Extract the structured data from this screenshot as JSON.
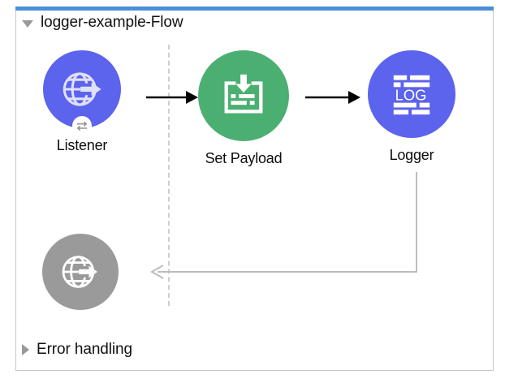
{
  "window": {
    "accent_color": "#4a90d9",
    "canvas_background": "#ffffff",
    "border_color": "#c8c8c8"
  },
  "flows": [
    {
      "name": "flow-main",
      "title": "logger-example-Flow",
      "expanded": true,
      "disclosure_icon": "triangle-down-icon"
    },
    {
      "name": "flow-error",
      "title": "Error handling",
      "expanded": false,
      "disclosure_icon": "triangle-right-icon"
    }
  ],
  "nodes": [
    {
      "id": "listener",
      "label": "Listener",
      "icon": "globe-arrow-icon",
      "badge_icon": "exchange-arrows-icon",
      "color": "#5c63ec",
      "icon_color": "#dfe1fb",
      "state": "enabled"
    },
    {
      "id": "set-payload",
      "label": "Set Payload",
      "icon": "inbox-down-arrow-icon",
      "badge_icon": null,
      "color": "#4caf72",
      "icon_color": "#ffffff",
      "state": "enabled"
    },
    {
      "id": "logger",
      "label": "Logger",
      "icon": "log-lines-icon",
      "icon_text": "LOG",
      "badge_icon": null,
      "color": "#5c63ec",
      "icon_color": "#ffffff",
      "state": "enabled"
    },
    {
      "id": "error-listener",
      "label": "",
      "icon": "globe-arrow-icon",
      "badge_icon": null,
      "color": "#9a9a9a",
      "icon_color": "#ffffff",
      "state": "disabled"
    }
  ],
  "connections": [
    {
      "id": "listener-to-set-payload",
      "from": "listener",
      "to": "set-payload",
      "style": "solid-arrow",
      "color": "#000000"
    },
    {
      "id": "set-payload-to-logger",
      "from": "set-payload",
      "to": "logger",
      "style": "solid-arrow",
      "color": "#000000"
    },
    {
      "id": "logger-return-path",
      "from": "logger",
      "to": "error-listener",
      "style": "elbow-arrow",
      "color": "#bdbdbd"
    }
  ],
  "divider": {
    "id": "source-process-divider",
    "style": "dashed-vertical",
    "color": "#cfcfcf"
  }
}
